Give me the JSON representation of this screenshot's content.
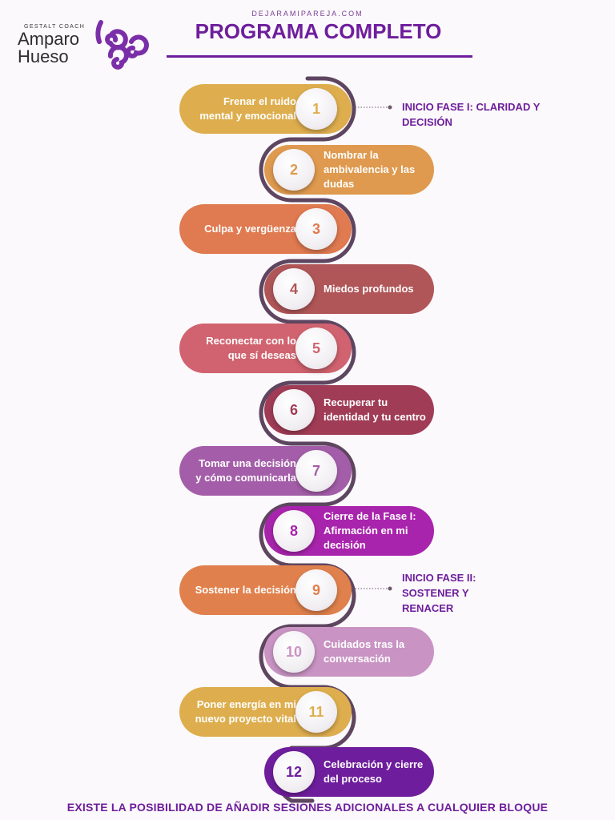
{
  "header": {
    "site": "DEJARAMIPAREJA.COM",
    "title": "PROGRAMA COMPLETO",
    "brand_sub": "GESTALT COACH",
    "brand_line1": "Amparo",
    "brand_line2": "Hueso"
  },
  "steps": [
    {
      "number": "1",
      "text": "Frenar el ruido mental y emocional",
      "color": "#deae4e"
    },
    {
      "number": "2",
      "text": "Nombrar la ambivalencia y las dudas",
      "color": "#df9a4f"
    },
    {
      "number": "3",
      "text": "Culpa y vergüenza",
      "color": "#e07a50"
    },
    {
      "number": "4",
      "text": "Miedos profundos",
      "color": "#b05658"
    },
    {
      "number": "5",
      "text": "Reconectar con lo que sí deseas",
      "color": "#d0636f"
    },
    {
      "number": "6",
      "text": "Recuperar tu identidad y tu centro",
      "color": "#a13c56"
    },
    {
      "number": "7",
      "text": "Tomar una decisión y cómo comunicarla",
      "color": "#a45ea9"
    },
    {
      "number": "8",
      "text": "Cierre de la Fase I: Afirmación en mi decisión",
      "color": "#a924ad"
    },
    {
      "number": "9",
      "text": "Sostener la decisión",
      "color": "#e0814d"
    },
    {
      "number": "10",
      "text": "Cuidados tras la conversación",
      "color": "#c994c4"
    },
    {
      "number": "11",
      "text": "Poner energía en mi nuevo proyecto vital",
      "color": "#deae4e"
    },
    {
      "number": "12",
      "text": "Celebración y cierre del proceso",
      "color": "#6e1e9c"
    }
  ],
  "phases": [
    {
      "line1": "INICIO FASE I: CLARIDAD Y",
      "line2": "DECISIÓN"
    },
    {
      "line1": "INICIO FASE II:",
      "line2": "SOSTENER Y",
      "line3": "RENACER"
    }
  ],
  "footer": "EXISTE LA POSIBILIDAD DE AÑADIR SESIONES ADICIONALES A CUALQUIER BLOQUE",
  "colors": {
    "accent": "#6e1e9c",
    "path": "#5e4560"
  }
}
